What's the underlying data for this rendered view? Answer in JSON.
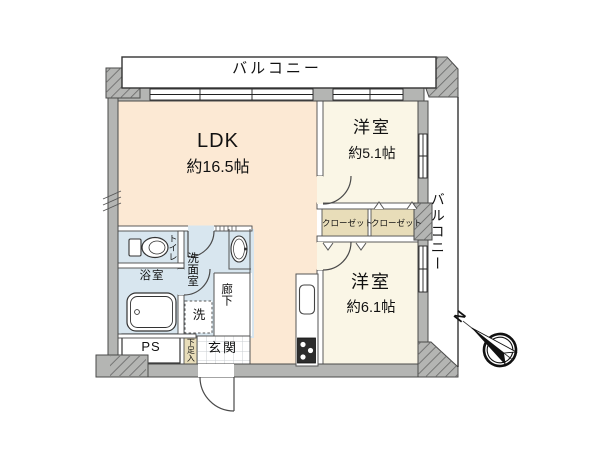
{
  "plan": {
    "balcony_top": "バルコニー",
    "balcony_right": "バルコニー",
    "ldk": {
      "name": "LDK",
      "area": "約16.5帖"
    },
    "western_room_small": {
      "name": "洋室",
      "area": "約5.1帖"
    },
    "western_room_large": {
      "name": "洋室",
      "area": "約6.1帖"
    },
    "closet_left": "クローゼット",
    "closet_right": "クローゼット",
    "toilet": "トイレ",
    "bathroom": "浴室",
    "washroom": "洗面室",
    "washer": "洗",
    "hallway": "廊下",
    "pipe_space": "PS",
    "shoe_cabinet": "下足入",
    "entrance": "玄関",
    "compass_north": "N"
  },
  "colors": {
    "wall_gray": "#b4b5b3",
    "outline": "#4a4a4a",
    "ldk_fill": "#fce9d4",
    "room_fill": "#faf6e6",
    "wet_area_fill": "#d8e6ef",
    "closet_fill": "#e8ddb9",
    "tile_line": "#c9ced1"
  }
}
